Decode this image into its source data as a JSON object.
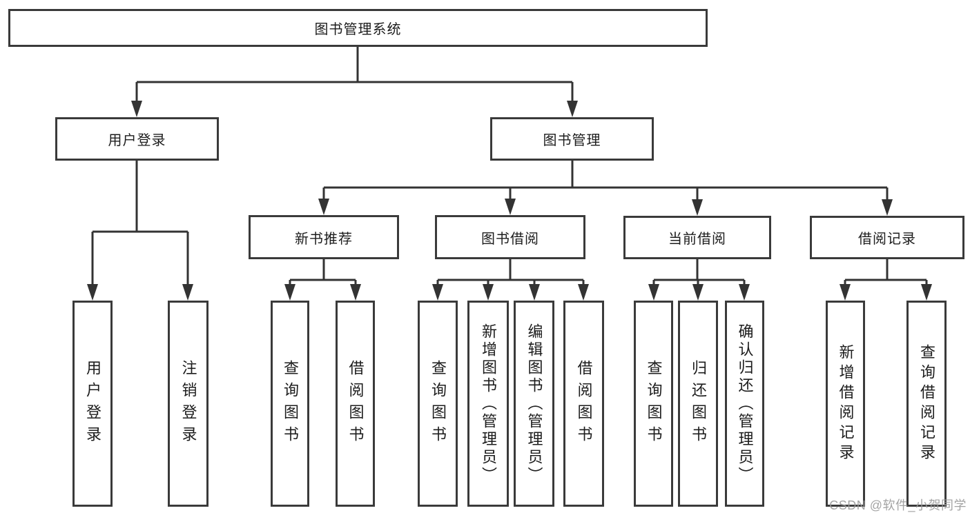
{
  "diagram": {
    "nodes": {
      "system": "图书管理系统",
      "user_login": "用户登录",
      "book_mgmt": "图书管理",
      "new_book_rec": "新书推荐",
      "book_borrow": "图书借阅",
      "current_borrow": "当前借阅",
      "borrow_records": "借阅记录",
      "login": "用户登录",
      "logout": "注销登录",
      "nbr_query": "查询图书",
      "nbr_borrow": "借阅图书",
      "bb_query": "查询图书",
      "bb_add": "新增图书（管理员）",
      "bb_edit": "编辑图书（管理员）",
      "bb_borrow": "借阅图书",
      "cb_query": "查询图书",
      "cb_return": "归还图书",
      "cb_confirm": "确认归还（管理员）",
      "br_add": "新增借阅记录",
      "br_query": "查询借阅记录"
    },
    "hierarchy": {
      "图书管理系统": {
        "用户登录": [
          "用户登录",
          "注销登录"
        ],
        "图书管理": {
          "新书推荐": [
            "查询图书",
            "借阅图书"
          ],
          "图书借阅": [
            "查询图书",
            "新增图书（管理员）",
            "编辑图书（管理员）",
            "借阅图书"
          ],
          "当前借阅": [
            "查询图书",
            "归还图书",
            "确认归还（管理员）"
          ],
          "借阅记录": [
            "新增借阅记录",
            "查询借阅记录"
          ]
        }
      }
    },
    "colors": {
      "line": "#333333",
      "box_border": "#3a3a3a",
      "text": "#1c1c1c",
      "watermark": "#9a9a9a",
      "background": "#ffffff"
    }
  },
  "watermark": {
    "text": "CSDN @软件_小贺同学"
  }
}
